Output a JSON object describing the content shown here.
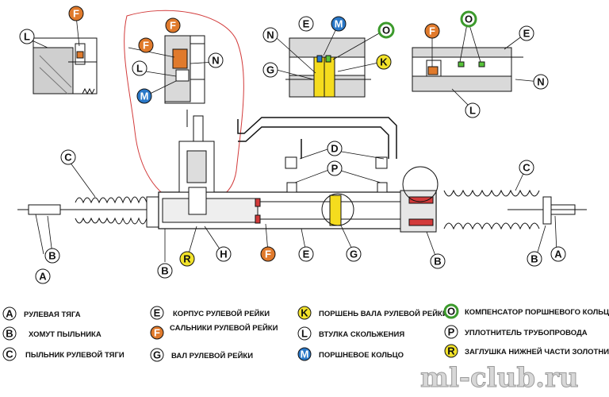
{
  "markers": {
    "A": "A",
    "B": "B",
    "C": "C",
    "D": "D",
    "E": "E",
    "F": "F",
    "G": "G",
    "H": "H",
    "K": "K",
    "L": "L",
    "M": "M",
    "N": "N",
    "O": "O",
    "P": "P",
    "R": "R"
  },
  "legend": [
    {
      "letter": "A",
      "text": "РУЛЕВАЯ ТЯГА"
    },
    {
      "letter": "B",
      "text": "ХОМУТ ПЫЛЬНИКА"
    },
    {
      "letter": "C",
      "text": "ПЫЛЬНИК РУЛЕВОЙ ТЯГИ"
    },
    {
      "letter": "E",
      "text": "КОРПУС РУЛЕВОЙ РЕЙКИ"
    },
    {
      "letter": "F",
      "text": "САЛЬНИКИ РУЛЕВОЙ РЕЙКИ"
    },
    {
      "letter": "G",
      "text": "ВАЛ РУЛЕВОЙ РЕЙКИ"
    },
    {
      "letter": "K",
      "text": "ПОРШЕНЬ ВАЛА РУЛЕВОЙ РЕЙКИ"
    },
    {
      "letter": "L",
      "text": "ВТУЛКА СКОЛЬЖЕНИЯ"
    },
    {
      "letter": "M",
      "text": "ПОРШНЕВОЕ КОЛЬЦО"
    },
    {
      "letter": "O",
      "text": "КОМПЕНСАТОР ПОРШНЕВОГО КОЛЬЦА"
    },
    {
      "letter": "P",
      "text": "УПЛОТНИТЕЛЬ ТРУБОПРОВОДА"
    },
    {
      "letter": "R",
      "text": "ЗАГЛУШКА НИЖНЕЙ ЧАСТИ ЗОЛОТНИКА"
    }
  ],
  "watermark": "ml-club.ru",
  "colors": {
    "F": "#e07a2c",
    "M": "#2a78c8",
    "K": "#f2e22a",
    "R": "#f2e22a",
    "O": "#3c9a2c",
    "outline": "#111111",
    "accent_red": "#d23a3a",
    "valve_yellow": "#f5dc1e",
    "seal_green": "#58c43a"
  }
}
